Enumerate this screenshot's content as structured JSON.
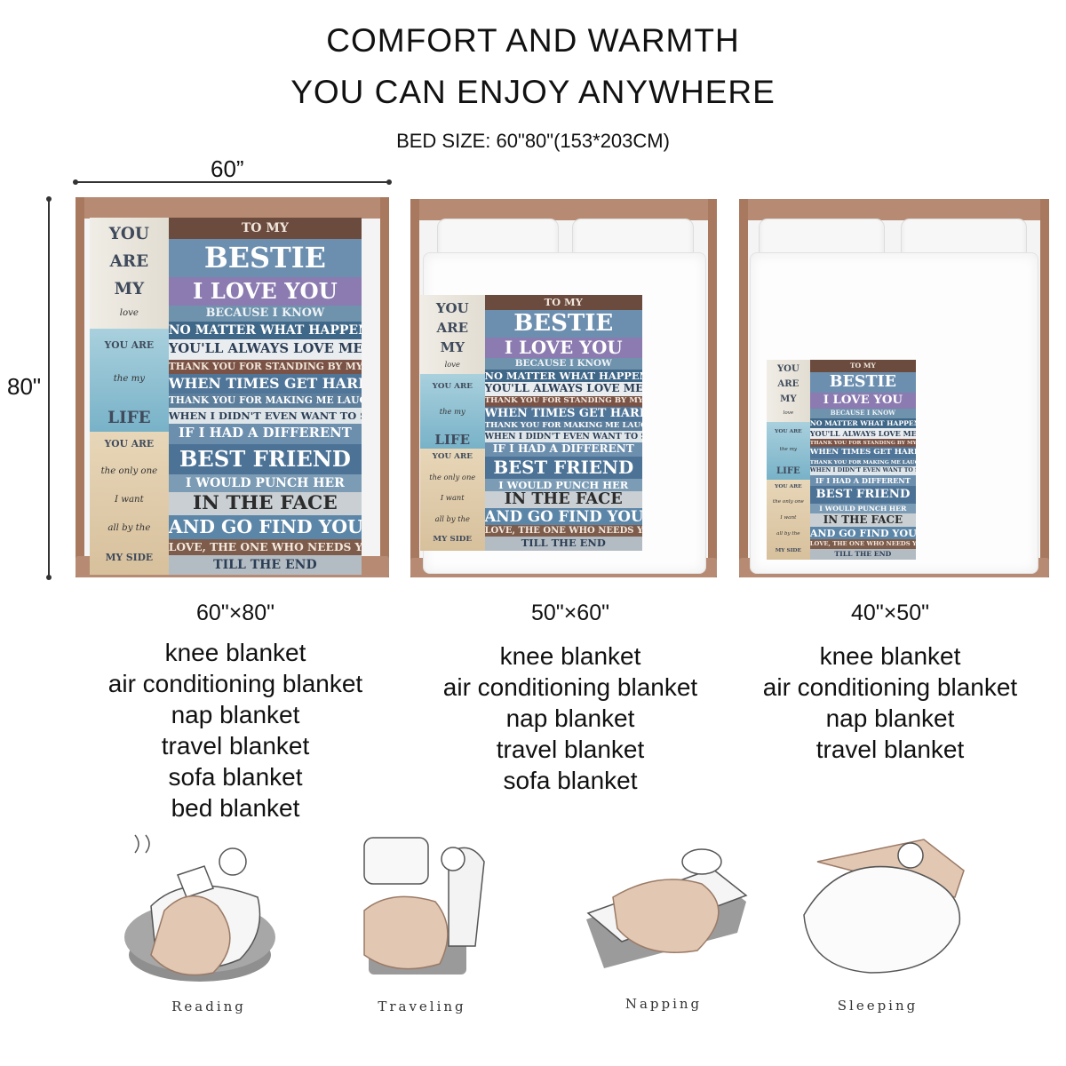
{
  "header": {
    "line1": "COMFORT AND WARMTH",
    "line2": "YOU CAN ENJOY ANYWHERE",
    "bed_size": "BED SIZE: 60\"80\"(153*203CM)"
  },
  "dimensions": {
    "width": "60”",
    "height": "80\""
  },
  "blanket_text": {
    "left_1": [
      "YOU",
      "ARE",
      "MY",
      "love"
    ],
    "left_2": [
      "YOU ARE",
      "the my",
      "LIFE"
    ],
    "left_3": [
      "YOU ARE",
      "the only one",
      "I want",
      "all by the",
      "MY SIDE"
    ],
    "planks": [
      "TO MY",
      "BESTIE",
      "I LOVE YOU",
      "BECAUSE I KNOW",
      "NO MATTER WHAT HAPPENS",
      "YOU'LL ALWAYS LOVE ME BACK",
      "THANK YOU FOR STANDING BY MY SIDE",
      "WHEN TIMES GET HARD",
      "THANK YOU FOR MAKING ME LAUGH",
      "WHEN I DIDN'T EVEN WANT TO SMILE",
      "IF I HAD A DIFFERENT",
      "BEST FRIEND",
      "I WOULD PUNCH HER",
      "IN THE FACE",
      "AND GO FIND YOU",
      "LOVE, THE ONE WHO NEEDS YOU",
      "TILL THE END"
    ]
  },
  "sizes": [
    {
      "label": "60\"×80\"",
      "uses": [
        "knee blanket",
        "air conditioning blanket",
        "nap blanket",
        "travel blanket",
        "sofa blanket",
        "bed blanket"
      ]
    },
    {
      "label": "50\"×60\"",
      "uses": [
        "knee blanket",
        "air conditioning blanket",
        "nap blanket",
        "travel blanket",
        "sofa blanket"
      ]
    },
    {
      "label": "40\"×50\"",
      "uses": [
        "knee blanket",
        "air conditioning blanket",
        "nap blanket",
        "travel blanket"
      ]
    }
  ],
  "activities": [
    "Reading",
    "Traveling",
    "Napping",
    "Sleeping"
  ],
  "colors": {
    "headboard": "#b78b73",
    "blanket_tan": "#e2c7b3",
    "plank_blue": "#5c7f9e",
    "plank_brown": "#6b4b3e"
  }
}
